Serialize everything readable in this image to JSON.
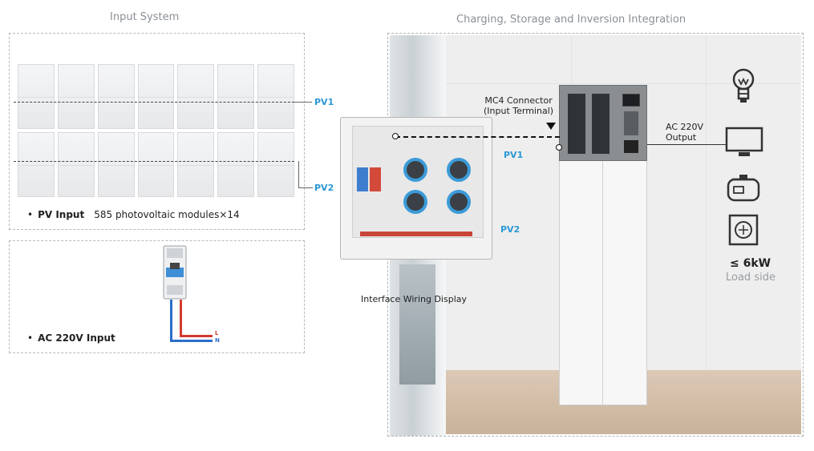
{
  "left": {
    "title": "Input System",
    "pv1": "PV1",
    "pv2": "PV2",
    "pv_input_label": "PV Input",
    "pv_input_desc": "585 photovoltaic modules×14",
    "ac_input_label": "AC 220V Input",
    "wire_l": "L",
    "wire_n": "N"
  },
  "right": {
    "title": "Charging, Storage and Inversion Integration",
    "mc4_line1": "MC4 Connector",
    "mc4_line2": "(Input Terminal)",
    "pv1": "PV1",
    "pv2": "PV2",
    "ac_output_line1": "AC 220V",
    "ac_output_line2": "Output",
    "wiring_caption": "Interface Wiring Display",
    "load_power": "≤ 6kW",
    "load_side": "Load side"
  },
  "icons": [
    "bulb-icon",
    "monitor-icon",
    "rice-cooker-icon",
    "microwave-icon"
  ],
  "colors": {
    "pv_blue": "#2a98d6",
    "wire_red": "#d63a2f",
    "wire_blue": "#2b6fc9"
  }
}
